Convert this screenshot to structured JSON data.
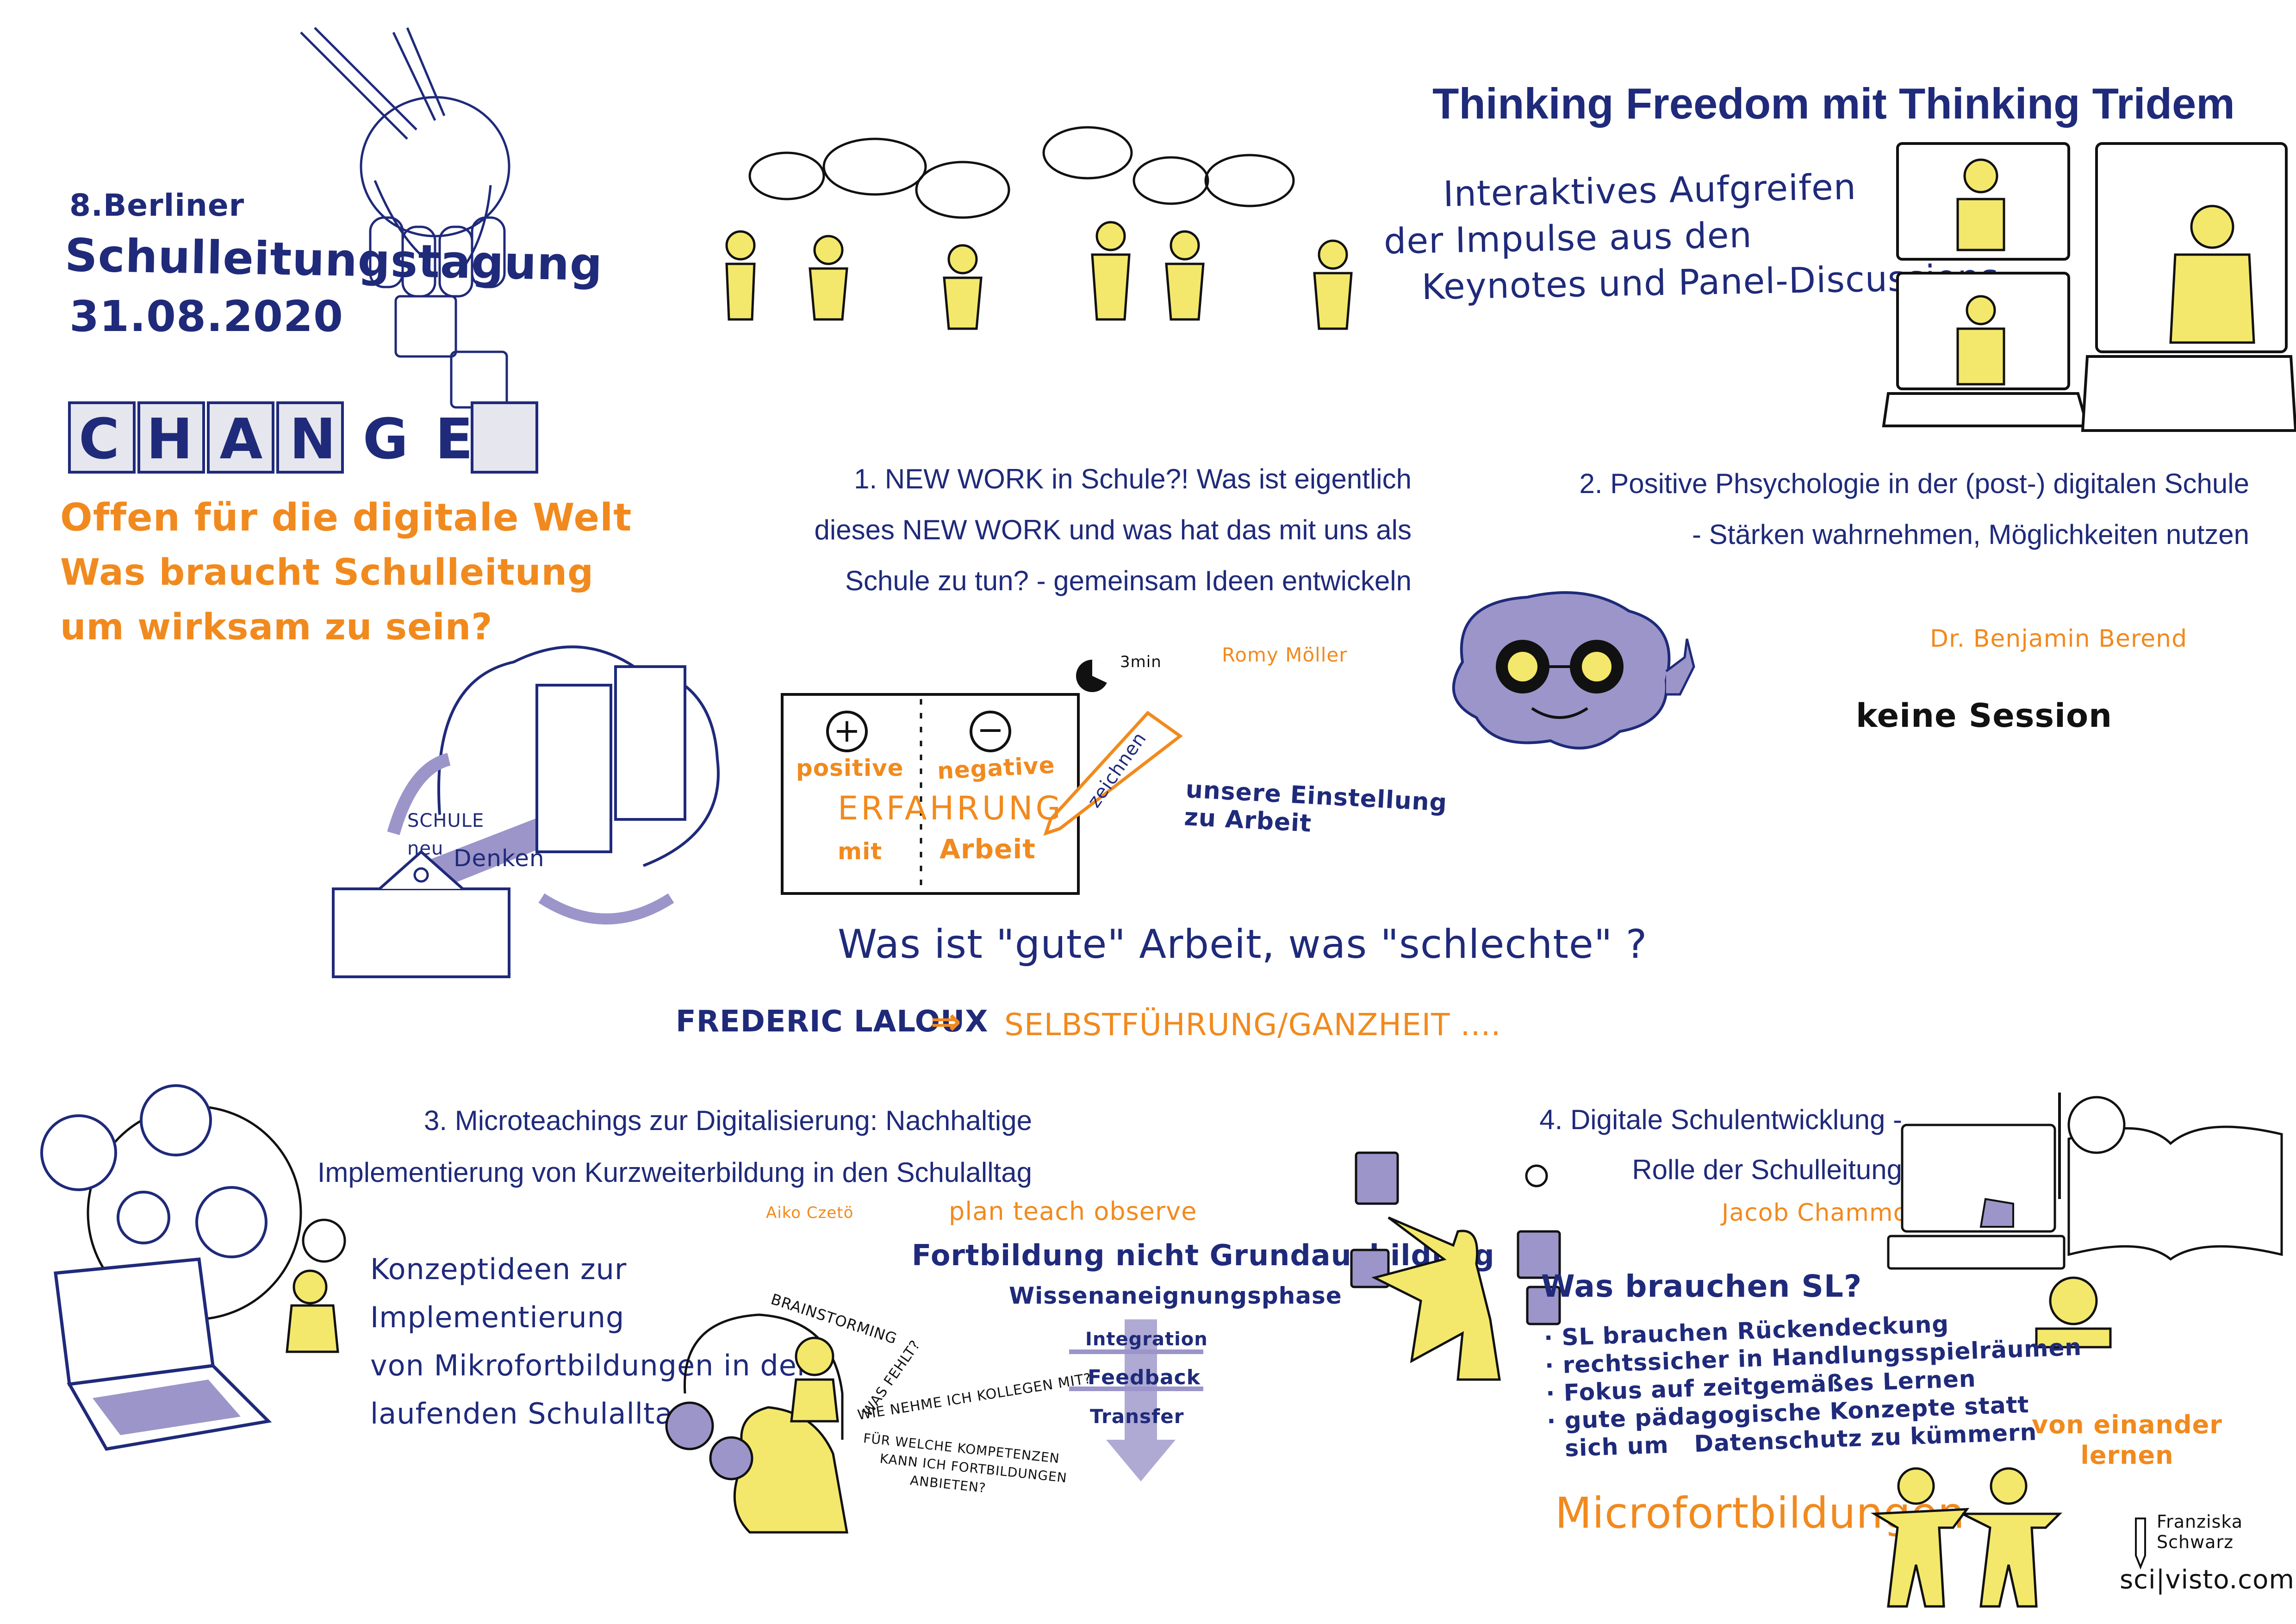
{
  "header": {
    "event_line1": "8.Berliner",
    "event_line2": "Schulleitungstagung",
    "event_date": "31.08.2020",
    "change_word": "CHANGE",
    "title": "Thinking Freedom mit Thinking Tridem",
    "subtitle_lines": [
      "Interaktives Aufgreifen",
      "der Impulse aus den",
      "Keynotes und Panel-Discussions"
    ]
  },
  "left_question": {
    "lines": [
      "Offen für die digitale Welt",
      "Was braucht Schulleitung",
      "um wirksam zu sein?"
    ]
  },
  "school_diagram": {
    "label_schule": "SCHULE",
    "label_neu": "neu",
    "label_denken": "Denken"
  },
  "session1": {
    "title_lines": [
      "1. NEW WORK in Schule?! Was ist eigentlich",
      "dieses NEW WORK und was hat das mit uns als",
      "Schule zu tun? - gemeinsam Ideen entwickeln"
    ],
    "speaker": "Romy Möller",
    "timer": "3min",
    "plus_label": "positive",
    "minus_label": "negative",
    "center_word": "ERFAHRUNG",
    "mit_label": "mit",
    "arbeit_label": "Arbeit",
    "pencil_label": "zeichnen",
    "note_lines": [
      "unsere Einstellung",
      "zu Arbeit"
    ],
    "question": "Was ist \"gute\" Arbeit, was \"schlechte\" ?",
    "author": "FREDERIC LALOUX",
    "arrow": "⇒",
    "concept": "SELBSTFÜHRUNG/GANZHEIT ...."
  },
  "session2": {
    "title_lines": [
      "2. Positive Phsychologie in der (post-) digitalen Schule",
      "- Stärken wahrnehmen, Möglichkeiten nutzen"
    ],
    "speaker": "Dr. Benjamin Berend",
    "note": "keine Session"
  },
  "session3": {
    "title_lines": [
      "3. Microteachings zur Digitalisierung: Nachhaltige",
      "Implementierung von Kurzweiterbildung in den Schulalltag"
    ],
    "speaker": "Aiko Czetö",
    "idea_lines": [
      "Konzeptideen zur",
      "Implementierung",
      "von Mikrofortbildungen in den",
      "laufenden Schulalltag"
    ],
    "brainstorming": "BRAINSTORMING",
    "was_fehlt": "WAS FEHLT?",
    "question1": "WIE NEHME ICH KOLLEGEN MIT?",
    "question2_lines": [
      "FÜR WELCHE KOMPETENZEN",
      "KANN ICH FORTBILDUNGEN",
      "ANBIETEN?"
    ],
    "plan": "plan teach observe",
    "fortbildung": "Fortbildung nicht Grundausbildung",
    "phase": "Wissenaneignungsphase",
    "steps": [
      "Integration",
      "Feedback",
      "Transfer"
    ]
  },
  "session4": {
    "title_lines": [
      "4. Digitale Schulentwicklung -",
      "Rolle der Schulleitung"
    ],
    "speaker": "Jacob Chammon",
    "question": "Was brauchen SL?",
    "bullets": [
      "· SL brauchen Rückendeckung",
      "· rechtssicher in Handlungsspielräumen",
      "· Fokus auf zeitgemäßes Lernen",
      "· gute pädagogische Konzepte statt",
      "  sich um   Datenschutz zu kümmern"
    ],
    "micro": "Microfortbildungen",
    "von_lines": [
      "von einander",
      "lernen"
    ]
  },
  "signature": {
    "name_lines": [
      "Franziska",
      "Schwarz"
    ],
    "site": "sci|visto.com"
  },
  "colors": {
    "navy": "#1f2a7a",
    "orange": "#f18a1e",
    "yellow": "#f3e86b",
    "lavender": "#9b95c9"
  }
}
